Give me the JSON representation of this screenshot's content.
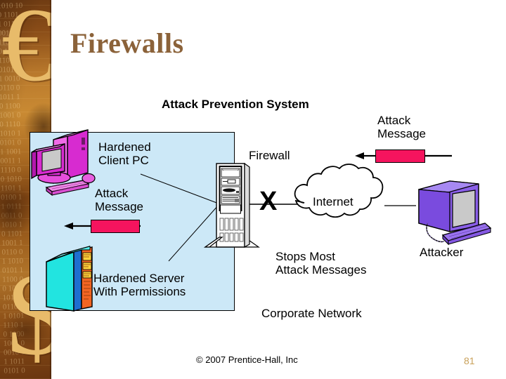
{
  "slide": {
    "title": "Firewalls",
    "page_number": "81",
    "copyright": "© 2007 Prentice-Hall, Inc"
  },
  "diagram": {
    "heading": "Attack Prevention System",
    "labels": {
      "hardened_client": "Hardened\nClient PC",
      "attack_message_left": "Attack\nMessage",
      "hardened_server": "Hardened Server\nWith Permissions",
      "firewall": "Firewall",
      "attack_message_right": "Attack\nMessage",
      "internet": "Internet",
      "stops_most": "Stops Most\nAttack Messages",
      "attacker": "Attacker",
      "corporate_network": "Corporate Network",
      "block_mark": "X"
    },
    "colors": {
      "corporate_box_fill": "#CCE8F7",
      "corporate_box_border": "#000000",
      "attack_message_bar": "#F5145E",
      "client_pc": "#E040D0",
      "server": "#22E4E0",
      "attacker_pc": "#8A5FE8",
      "title_brown": "#8B6239",
      "page_number_gold": "#C9A15A"
    },
    "icons": [
      "client-pc-icon",
      "server-rack-icon",
      "firewall-tower-icon",
      "internet-cloud-icon",
      "attacker-pc-icon"
    ]
  },
  "sidebar": {
    "decoration": "currency-texture",
    "symbols": [
      "€",
      "$"
    ],
    "binary_lines": [
      "1010 10",
      "0 1101",
      "1 0110",
      "0010 1",
      "1101 0",
      "0 1011",
      "1100 1",
      "0101 1",
      "1 0010",
      "0110 0",
      "1011 1",
      "0 1100",
      "1001 0",
      "0 1110",
      "1010 1",
      "0101 0",
      "1 1001",
      "0011 1",
      "1110 0",
      "0 1010",
      "1101 1",
      "0100 1",
      "1 0111",
      "0011 0",
      "1010 1",
      "0 1101",
      "1001 1",
      "0110 0",
      "1 1010",
      "0101 1",
      "1100 0",
      "0 1001",
      "1011 0",
      "0110 1",
      "1 0101",
      "1110 1",
      "0 1100",
      "1001 0",
      "0010 1",
      "1 1011",
      "0101 0"
    ]
  }
}
